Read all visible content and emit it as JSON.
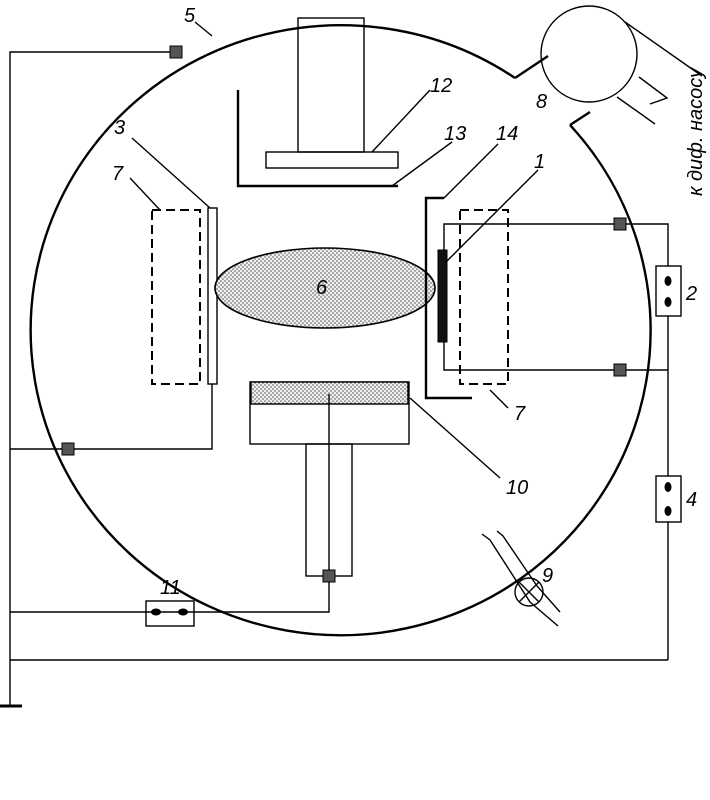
{
  "labels": {
    "n1": "1",
    "n2": "2",
    "n3": "3",
    "n4": "4",
    "n5": "5",
    "n6": "6",
    "n7a": "7",
    "n7b": "7",
    "n8": "8",
    "n9": "9",
    "n10": "10",
    "n11": "11",
    "n12": "12",
    "n13": "13",
    "n14": "14"
  },
  "pump_label": "к диф. насосу",
  "colors": {
    "line": "#000000",
    "plasma_fill": "#d9d9d9",
    "target_fill": "#9a9a9a",
    "background": "#ffffff"
  }
}
